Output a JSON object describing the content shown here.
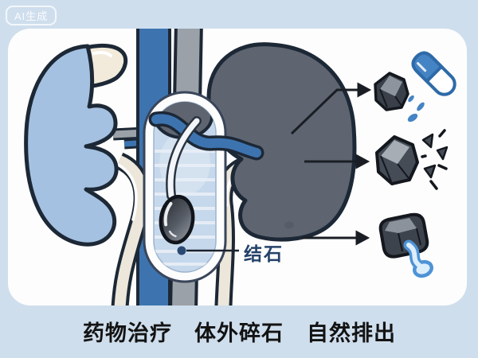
{
  "meta": {
    "watermark": "AI生成"
  },
  "illustration": {
    "stone_label": "结石",
    "parts": [
      "left-kidney",
      "right-kidney",
      "adrenal-gland",
      "aorta-vessel",
      "vena-cava-vessel",
      "left-ureter",
      "right-ureter",
      "magnifier-capsule",
      "kidney-stone"
    ]
  },
  "treatments": [
    {
      "label": "药物治疗",
      "icon": "stone-and-capsule-pill-icon"
    },
    {
      "label": "体外碎石",
      "icon": "stone-fragments-icon"
    },
    {
      "label": "自然排出",
      "icon": "stone-with-urine-flow-icon"
    }
  ],
  "colors": {
    "background": "#cfdeed",
    "card": "#fdfdfd",
    "outline": "#1d2836",
    "kidney_left": "#a4c1e1",
    "kidney_right": "#5e6571",
    "adrenal": "#f2ebdb",
    "aorta_blue": "#3d74b0",
    "vena_cava_gray": "#9ba1a8",
    "ureter_cream": "#ece7da",
    "capsule_interior": "#c6d8eb",
    "stone_dark": "#2a2f37",
    "stone_light": "#959ba3",
    "pill_blue": "#4584c4",
    "water_blue": "#4e93d6",
    "label_navy": "#24426a",
    "text_black": "#131313",
    "arrow_black": "#1a1e24"
  }
}
